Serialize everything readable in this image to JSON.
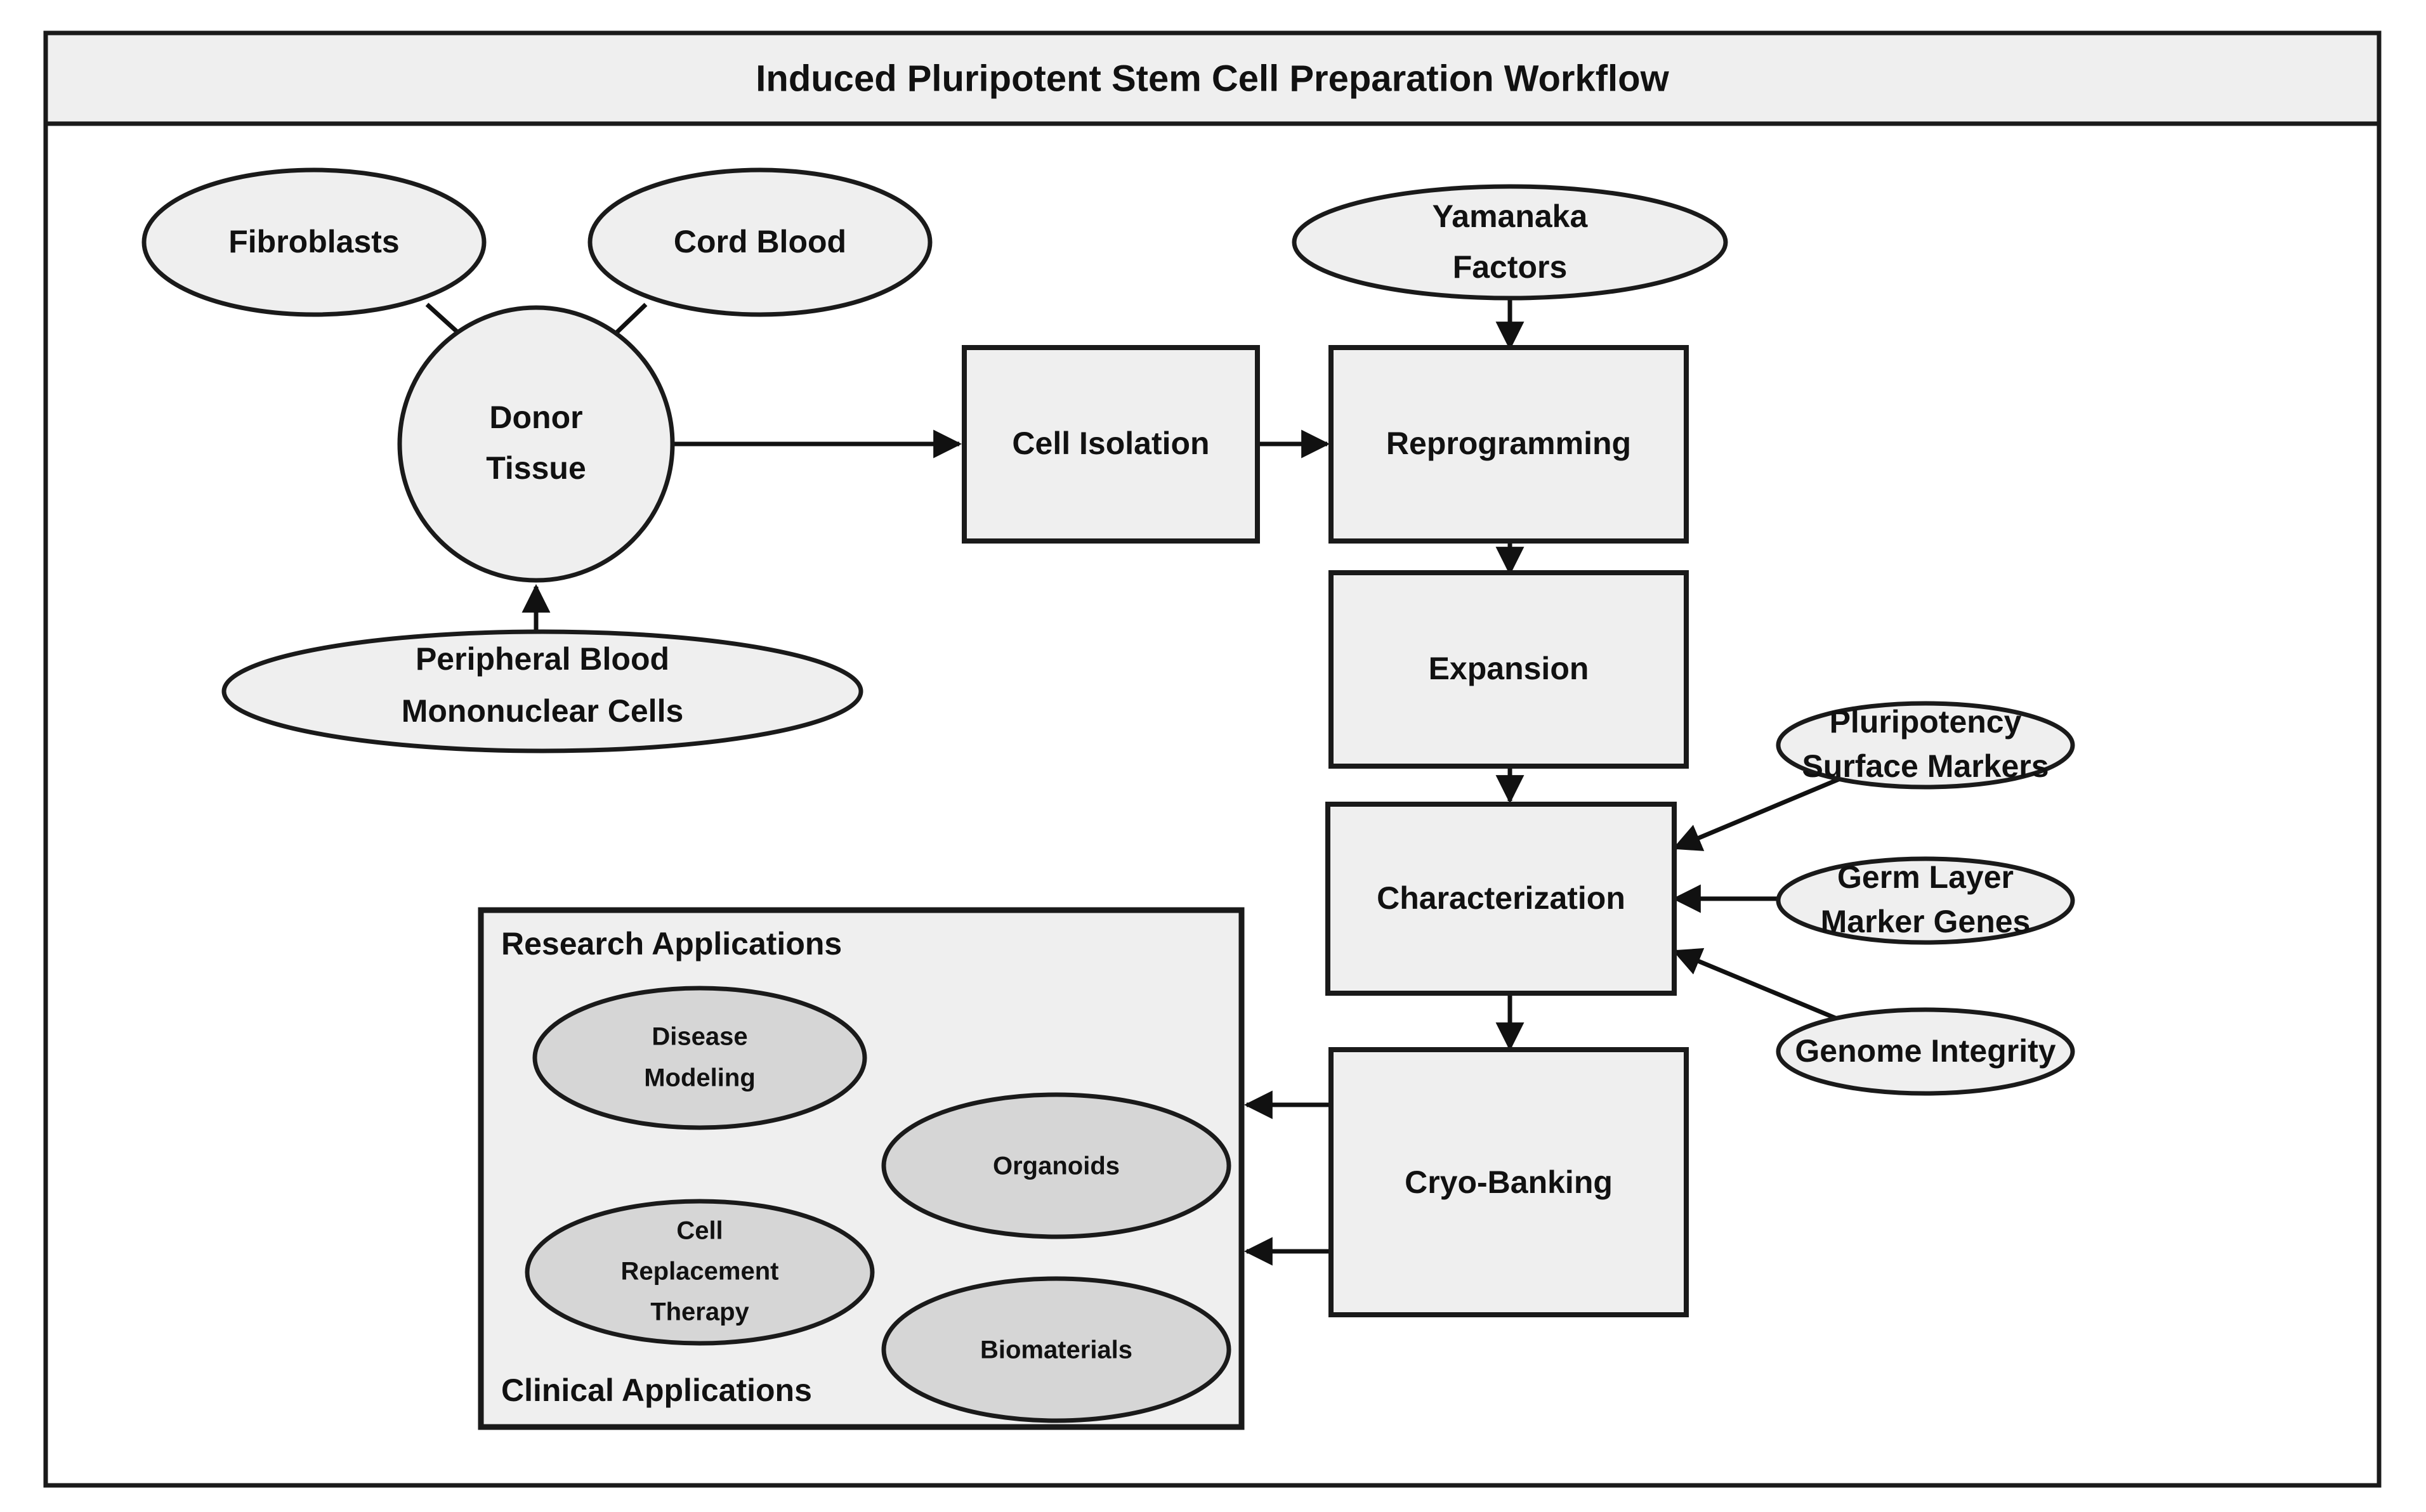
{
  "diagram": {
    "title": "Induced Pluripotent Stem Cell Preparation Workflow",
    "type": "flowchart",
    "colors": {
      "frame_border": "#1a1a1a",
      "titlebar_fill": "#efefef",
      "node_fill": "#efefef",
      "application_ellipse_fill": "#d6d6d6",
      "edge": "#111111",
      "text": "#111111",
      "background": "#ffffff"
    },
    "sources": [
      {
        "id": "fibroblasts",
        "label": "Fibroblasts",
        "shape": "ellipse"
      },
      {
        "id": "cord_blood",
        "label": "Cord Blood",
        "shape": "ellipse"
      },
      {
        "id": "pbmc",
        "label_line1": "Peripheral Blood",
        "label_line2": "Mononuclear Cells",
        "shape": "ellipse"
      }
    ],
    "hub": {
      "id": "donor_tissue",
      "label_line1": "Donor",
      "label_line2": "Tissue",
      "shape": "circle"
    },
    "process_steps": [
      {
        "id": "cell_isolation",
        "label": "Cell Isolation",
        "shape": "box"
      },
      {
        "id": "reprogramming",
        "label": "Reprogramming",
        "shape": "box"
      },
      {
        "id": "expansion",
        "label": "Expansion",
        "shape": "box"
      },
      {
        "id": "characterization",
        "label": "Characterization",
        "shape": "box"
      },
      {
        "id": "cryo_banking",
        "label": "Cryo-Banking",
        "shape": "box"
      }
    ],
    "reagents": [
      {
        "id": "yamanaka",
        "label_line1": "Yamanaka",
        "label_line2": "Factors",
        "shape": "ellipse"
      }
    ],
    "assays": [
      {
        "id": "pluripotency_markers",
        "label_line1": "Pluripotency",
        "label_line2": "Surface Markers",
        "shape": "ellipse"
      },
      {
        "id": "germ_layer_genes",
        "label_line1": "Germ Layer",
        "label_line2": "Marker Genes",
        "shape": "ellipse"
      },
      {
        "id": "genome_integrity",
        "label_line1": "Genome Integrity",
        "label_line2": "",
        "shape": "ellipse"
      }
    ],
    "applications_cluster": {
      "top_label": "Research Applications",
      "bottom_label": "Clinical Applications",
      "items": [
        {
          "id": "disease_modeling",
          "label_line1": "Disease",
          "label_line2": "Modeling"
        },
        {
          "id": "organoids",
          "label_line1": "Organoids",
          "label_line2": ""
        },
        {
          "id": "cell_replacement_therapy",
          "label_line1": "Cell",
          "label_line2": "Replacement",
          "label_line3": "Therapy"
        },
        {
          "id": "biomaterials",
          "label_line1": "Biomaterials",
          "label_line2": ""
        }
      ]
    },
    "edges": [
      {
        "from": "fibroblasts",
        "to": "donor_tissue"
      },
      {
        "from": "cord_blood",
        "to": "donor_tissue"
      },
      {
        "from": "pbmc",
        "to": "donor_tissue"
      },
      {
        "from": "donor_tissue",
        "to": "cell_isolation"
      },
      {
        "from": "cell_isolation",
        "to": "reprogramming"
      },
      {
        "from": "yamanaka",
        "to": "reprogramming"
      },
      {
        "from": "reprogramming",
        "to": "expansion"
      },
      {
        "from": "expansion",
        "to": "characterization"
      },
      {
        "from": "pluripotency_markers",
        "to": "characterization"
      },
      {
        "from": "germ_layer_genes",
        "to": "characterization"
      },
      {
        "from": "genome_integrity",
        "to": "characterization"
      },
      {
        "from": "characterization",
        "to": "cryo_banking"
      },
      {
        "from": "cryo_banking",
        "to": "applications_cluster"
      },
      {
        "from": "cryo_banking",
        "to": "applications_cluster"
      }
    ]
  }
}
